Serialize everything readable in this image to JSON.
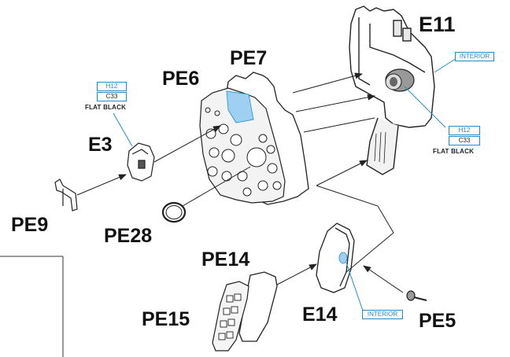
{
  "parts": {
    "e11": "E11",
    "pe7": "PE7",
    "pe6": "PE6",
    "e3": "E3",
    "pe9": "PE9",
    "pe28": "PE28",
    "pe14": "PE14",
    "pe15": "PE15",
    "e14": "E14",
    "pe5": "PE5"
  },
  "callouts": {
    "interior_top": "INTERIOR",
    "interior_bottom": "INTERIOR",
    "e3_paint_h": "H12",
    "e3_paint_c": "C33",
    "e3_paint_name": "FLAT BLACK",
    "e11_paint_h": "H12",
    "e11_paint_c": "C33",
    "e11_paint_name": "FLAT BLACK"
  },
  "colors": {
    "callout": "#1d8fc4",
    "highlight": "#9fd0f2",
    "line": "#222222"
  }
}
